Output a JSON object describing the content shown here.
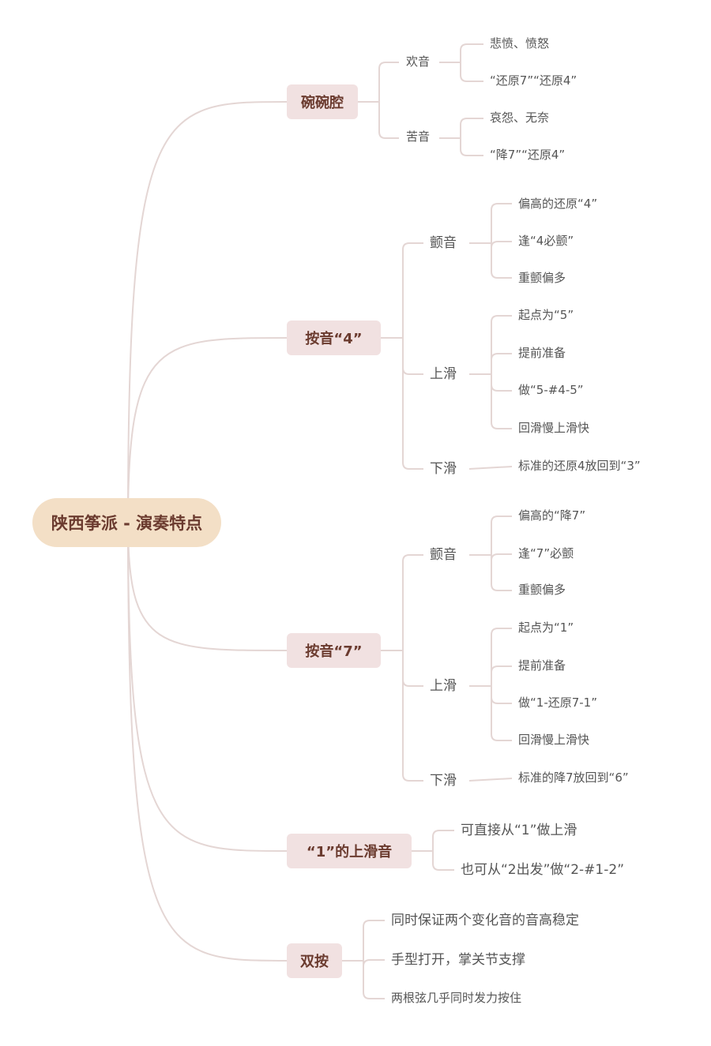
{
  "root": "陕西筝派 - 演奏特点",
  "branches": [
    {
      "label": "碗碗腔",
      "children": [
        {
          "label": "欢音",
          "children": [
            "悲愤、愤怒",
            "“还原7”“还原4”"
          ]
        },
        {
          "label": "苦音",
          "children": [
            "哀怨、无奈",
            "“降7”“还原4”"
          ]
        }
      ]
    },
    {
      "label": "按音“4”",
      "children": [
        {
          "label": "颤音",
          "children": [
            "偏高的还原“4”",
            "逢“4必颤”",
            "重颤偏多"
          ]
        },
        {
          "label": "上滑",
          "children": [
            "起点为“5”",
            "提前准备",
            "做“5-#4-5”",
            "回滑慢上滑快"
          ]
        },
        {
          "label": "下滑",
          "children": [
            "标准的还原4放回到“3”"
          ]
        }
      ]
    },
    {
      "label": "按音“7”",
      "children": [
        {
          "label": "颤音",
          "children": [
            "偏高的“降7”",
            "逢“7”必颤",
            "重颤偏多"
          ]
        },
        {
          "label": "上滑",
          "children": [
            "起点为“1”",
            "提前准备",
            "做“1-还原7-1”",
            "回滑慢上滑快"
          ]
        },
        {
          "label": "下滑",
          "children": [
            "标准的降7放回到“6”"
          ]
        }
      ]
    },
    {
      "label": "“1”的上滑音",
      "children": [
        "可直接从“1”做上滑",
        "也可从“2出发”做“2-#1-2”"
      ]
    },
    {
      "label": "双按",
      "children": [
        "同时保证两个变化音的音高稳定",
        "手型打开，掌关节支撑",
        "两根弦几乎同时发力按住"
      ]
    }
  ],
  "colors": {
    "line": "#e4d6d4",
    "root_fill": "#f3dfc6",
    "node_fill": "#f1e1e1",
    "root_text": "#6b3b2f"
  }
}
